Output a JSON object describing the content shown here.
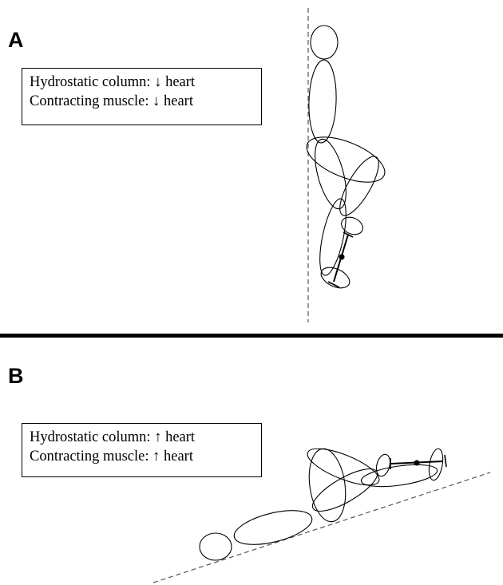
{
  "panel_a": {
    "label": "A",
    "box": {
      "line1": "Hydrostatic column: ↓ heart",
      "line2": "Contracting muscle: ↓ heart"
    }
  },
  "panel_b": {
    "label": "B",
    "box": {
      "line1": "Hydrostatic column: ↑ heart",
      "line2": "Contracting muscle: ↑ heart"
    }
  },
  "colors": {
    "stroke": "#000000",
    "dashed_line": "#555555",
    "background": "#ffffff"
  }
}
